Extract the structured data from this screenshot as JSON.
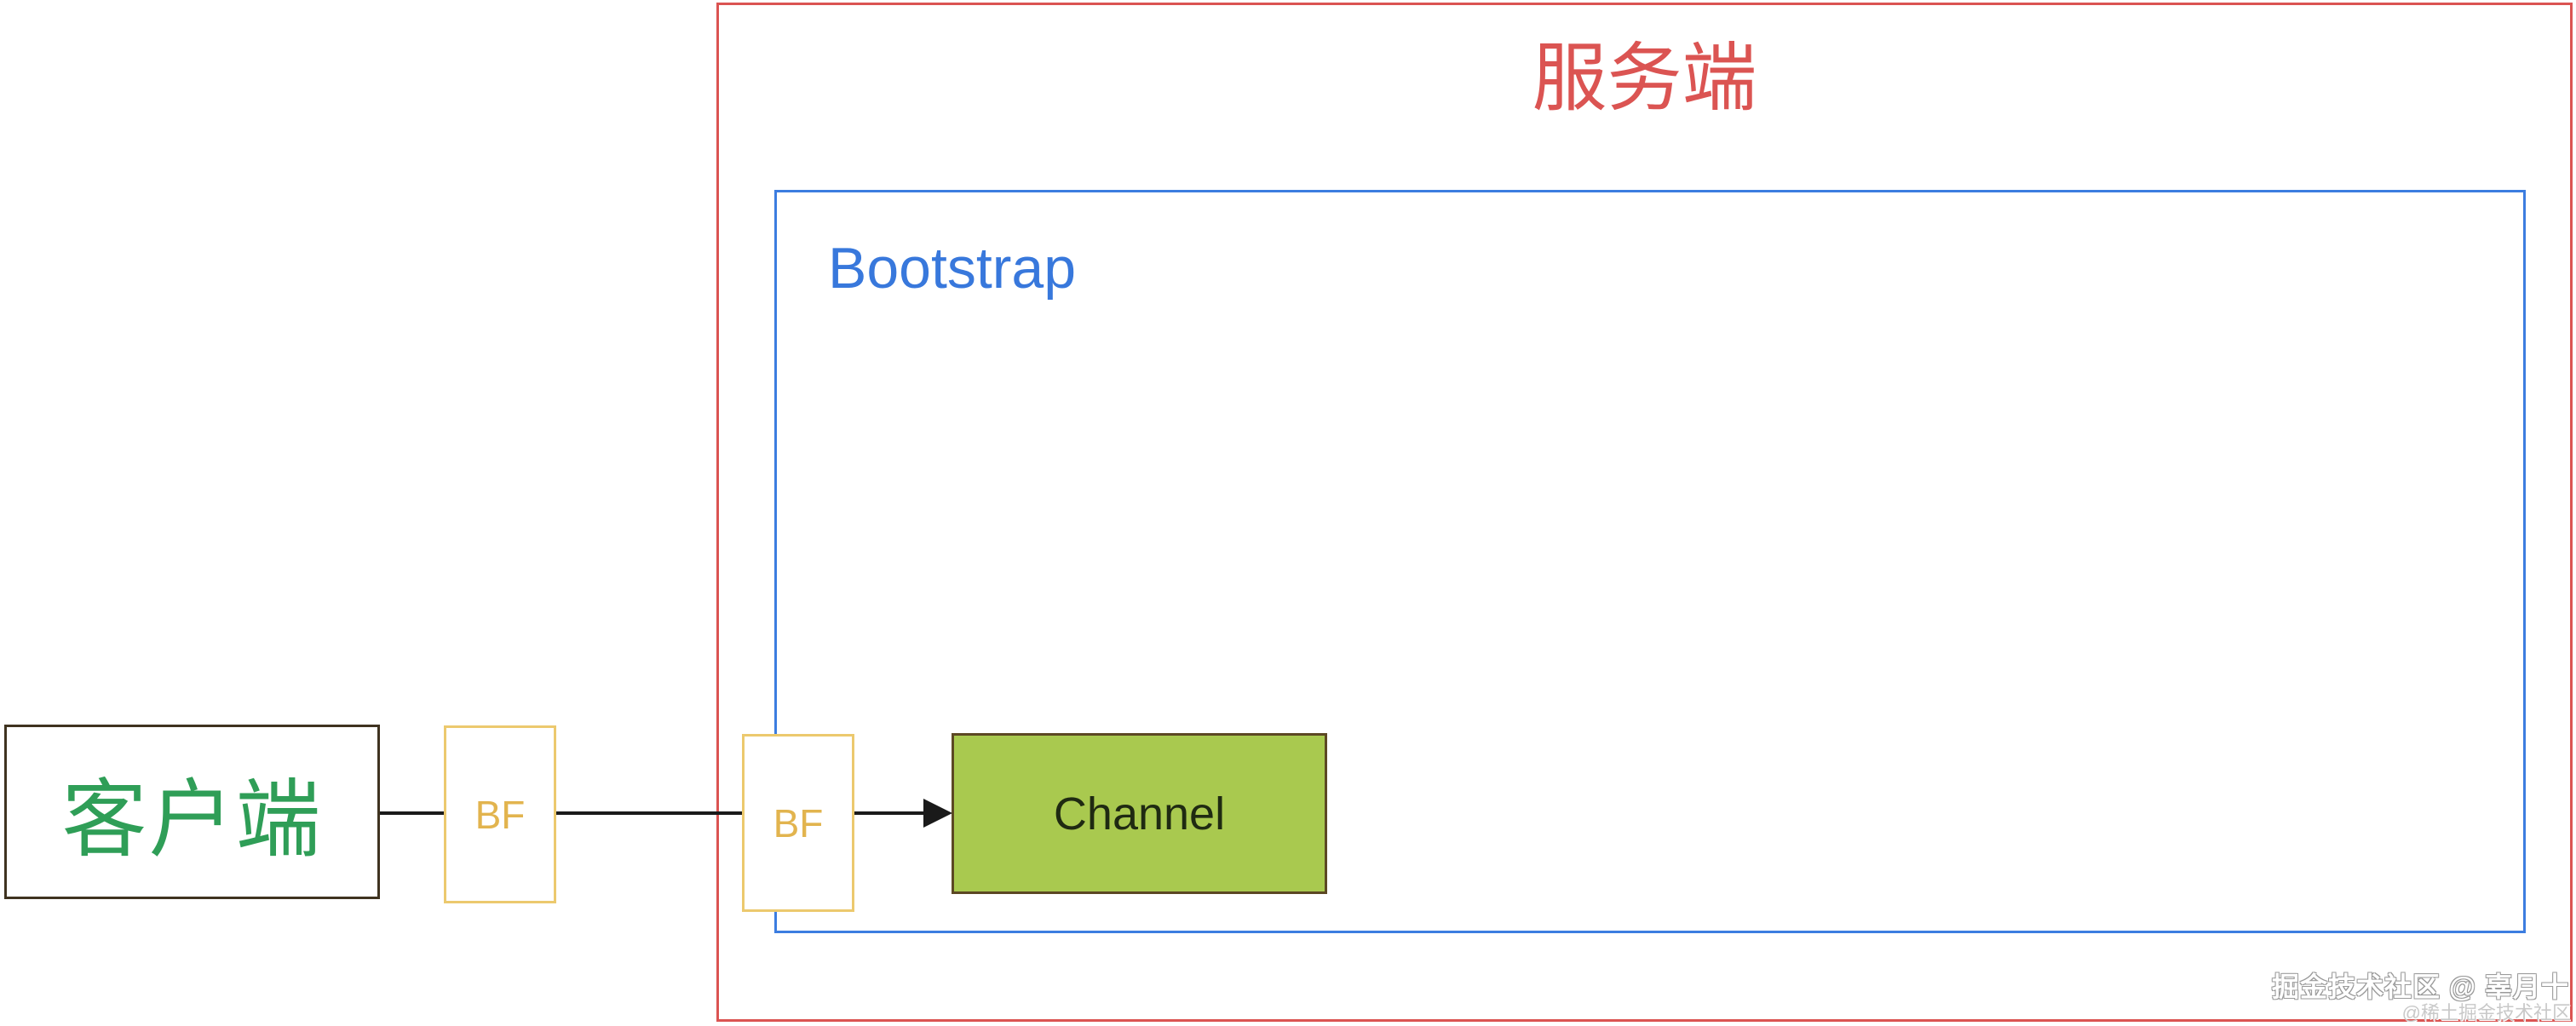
{
  "diagram": {
    "server": {
      "label": "服务端",
      "color": "#db5452"
    },
    "bootstrap": {
      "label": "Bootstrap",
      "color": "#3878dc"
    },
    "client": {
      "label": "客户端",
      "text_color": "#2f9e57",
      "border_color": "#3f3320"
    },
    "bf_client": {
      "label": "BF",
      "border_color": "#ecc96e",
      "text_color": "#e2b44e"
    },
    "bf_server": {
      "label": "BF",
      "border_color": "#ecc96e",
      "text_color": "#e2b44e"
    },
    "channel": {
      "label": "Channel",
      "fill_color": "#a9c94f",
      "border_color": "#5c4823",
      "text_color": "#1f2a12"
    },
    "line_color": "#1a1a1a"
  },
  "watermark": {
    "line1": "掘金技术社区 @ 辜月十",
    "line2": "@稀土掘金技术社区"
  }
}
